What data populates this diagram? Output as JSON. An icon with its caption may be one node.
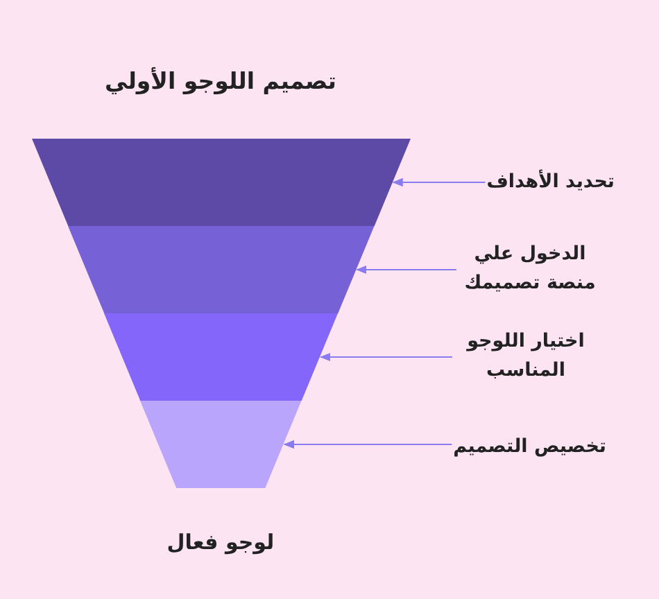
{
  "diagram": {
    "title": "تصميم اللوجو الأولي",
    "nodes": [
      {
        "text": [],
        "shape": "trapezoid"
      },
      {
        "text": [],
        "shape": "trapezoid"
      },
      {
        "text": [],
        "shape": "trapezoid"
      },
      {
        "text": [],
        "shape": "trapezoid"
      },
      {
        "text": [
          "تحديد الأهداف"
        ]
      },
      {
        "text": [
          "الدخول علي منصة تصميمك"
        ]
      },
      {
        "text": [
          "اختيار اللوجو المناسب"
        ]
      },
      {
        "text": [
          "تخصيص التصميم"
        ]
      }
    ],
    "edges": [
      {
        "from": 4,
        "to": 0,
        "arrow": "to"
      },
      {
        "from": 5,
        "to": 1,
        "arrow": "to"
      },
      {
        "from": 6,
        "to": 2,
        "arrow": "to"
      },
      {
        "from": 7,
        "to": 3,
        "arrow": "to"
      }
    ],
    "labels": [
      "لوجو فعال"
    ]
  }
}
